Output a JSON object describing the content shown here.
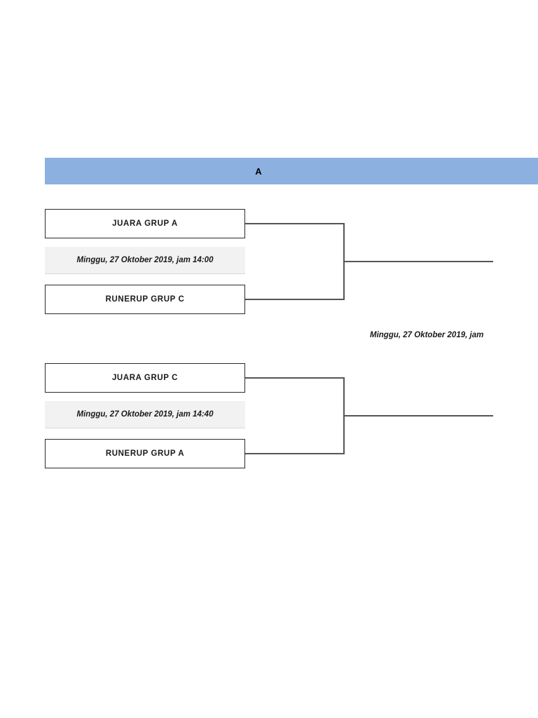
{
  "header": {
    "title": "A",
    "bar_color": "#8cb0e0"
  },
  "brackets": [
    {
      "id": "bracket-1",
      "top_team": "JUARA GRUP A",
      "match_date": "Minggu, 27 Oktober 2019, jam 14:00",
      "bottom_team": "RUNERUP GRUP C"
    },
    {
      "id": "bracket-2",
      "top_team": "JUARA GRUP C",
      "match_date": "Minggu, 27 Oktober 2019, jam 14:40",
      "bottom_team": "RUNERUP GRUP A"
    }
  ],
  "final_match": {
    "date": "Minggu, 27 Oktober 2019, jam"
  },
  "colors": {
    "banner": "#8cb0e0",
    "box_border": "#2b2b2b",
    "date_row_background": "#f2f2f2",
    "connector_line": "#555555",
    "text": "#1a1a1a"
  }
}
